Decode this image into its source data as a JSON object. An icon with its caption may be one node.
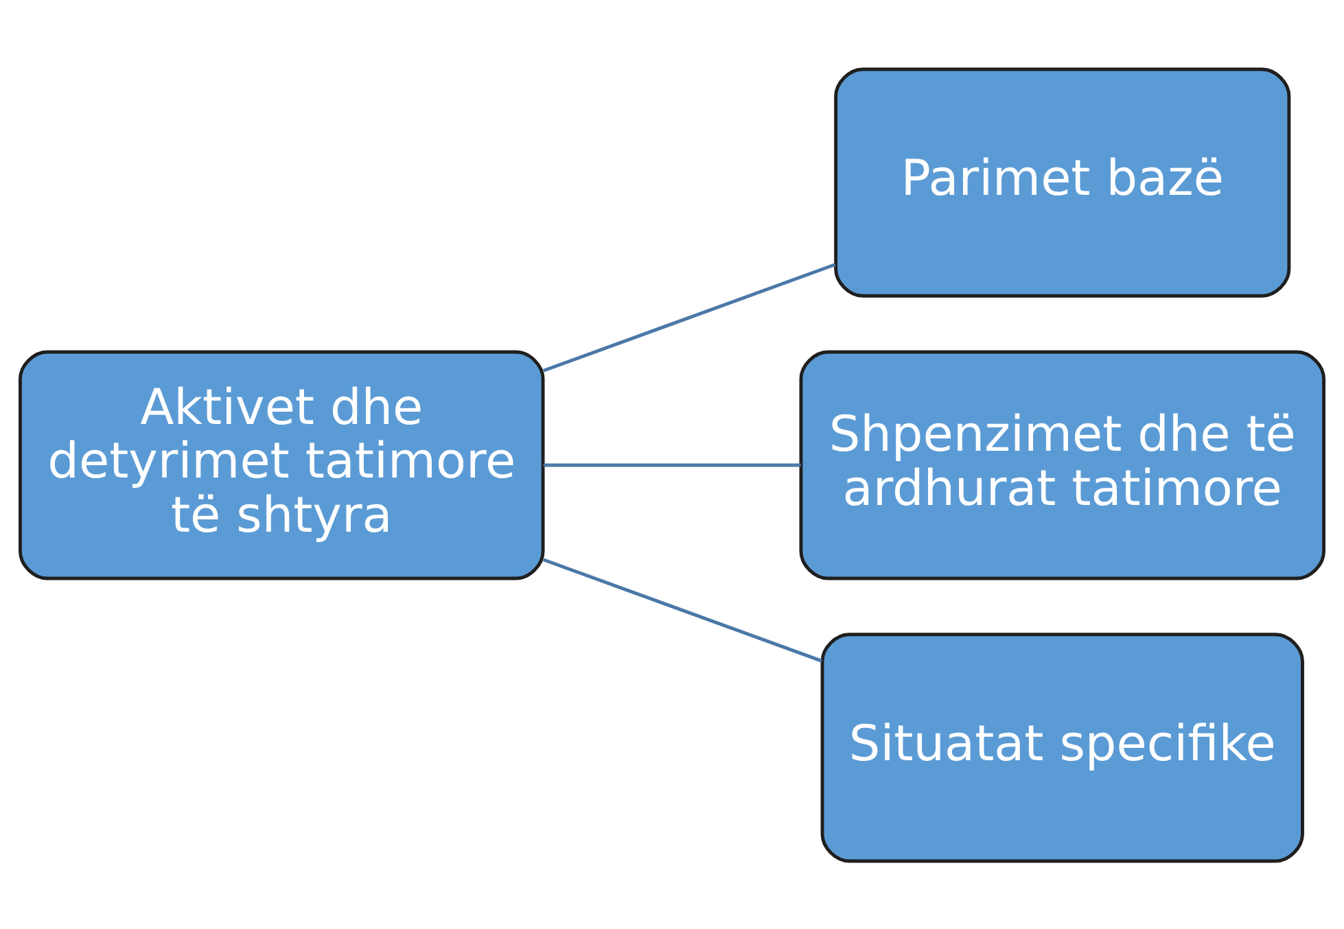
{
  "diagram": {
    "nodes": [
      {
        "text": [
          "Aktivet dhe detyrimet tatimore të shtyra"
        ]
      },
      {
        "text": [
          "Parimet bazë"
        ]
      },
      {
        "text": [
          "Shpenzimet dhe të ardhurat tatimore"
        ]
      },
      {
        "text": [
          "Situatat specifike"
        ]
      }
    ],
    "edges": [
      {
        "from": 0,
        "to": 1,
        "arrow": "none"
      },
      {
        "from": 0,
        "to": 2,
        "arrow": "none"
      },
      {
        "from": 0,
        "to": 3,
        "arrow": "none"
      }
    ]
  }
}
